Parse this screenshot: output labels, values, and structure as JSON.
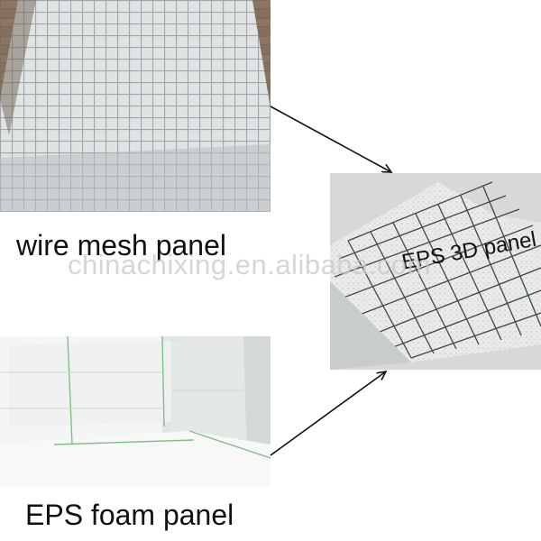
{
  "labels": {
    "wire_mesh": "wire mesh panel",
    "eps_foam": "EPS foam panel",
    "eps_3d": "EPS 3D panel"
  },
  "watermark": "chinachixing.en.alibaba.com",
  "colors": {
    "caption_text": "#111111",
    "arrow": "#111111",
    "watermark": "#c8c8c8",
    "mesh_wire": "#a9b0b3",
    "foam": "#f2f4f2"
  }
}
